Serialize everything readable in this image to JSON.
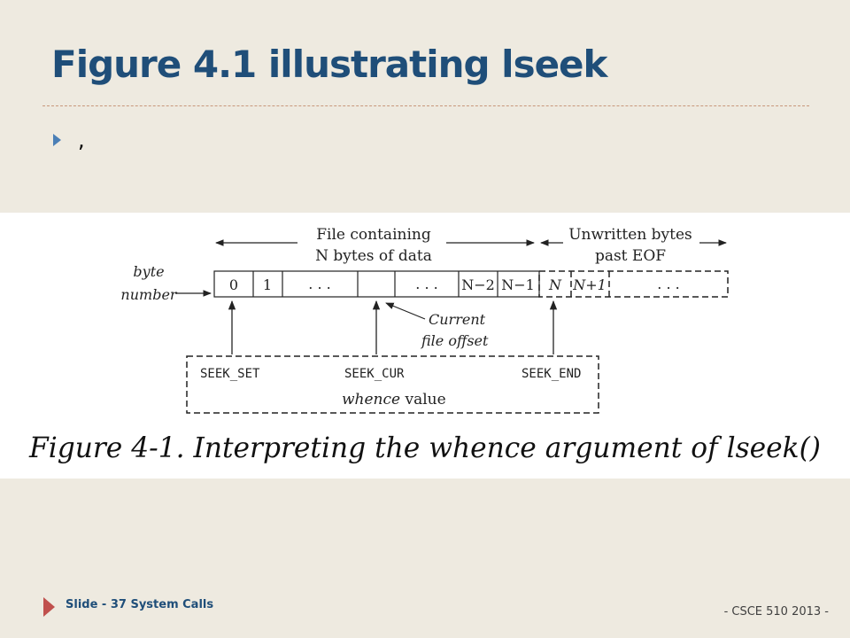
{
  "slide": {
    "title": "Figure 4.1 illustrating lseek",
    "bullet_text": ","
  },
  "figure": {
    "header_file": [
      "File containing",
      "N bytes of data"
    ],
    "header_unwritten": [
      "Unwritten bytes",
      "past EOF"
    ],
    "byte_number_label": [
      "byte",
      "number"
    ],
    "cells": [
      "0",
      "1",
      ". . .",
      "",
      ". . .",
      "N−2",
      "N−1"
    ],
    "cells_unwritten": [
      "N",
      "N+1",
      ". . ."
    ],
    "current_offset_label": [
      "Current",
      "file offset"
    ],
    "whence_constants": [
      "SEEK_SET",
      "SEEK_CUR",
      "SEEK_END"
    ],
    "whence_label_italic": "whence",
    "whence_label_plain": "value",
    "caption": "Figure 4-1. Interpreting the whence argument of lseek()"
  },
  "footer": {
    "left": "Slide - 37 System Calls",
    "right": "- CSCE 510 2013 -"
  },
  "colors": {
    "background": "#eeeae0",
    "title": "#1f4e79",
    "bullet": "#4b7fb6",
    "footer_marker": "#c0504d",
    "rule": "#c8977b"
  },
  "icons": {
    "bullet": "triangle-right-icon",
    "footer_marker": "triangle-right-icon"
  }
}
